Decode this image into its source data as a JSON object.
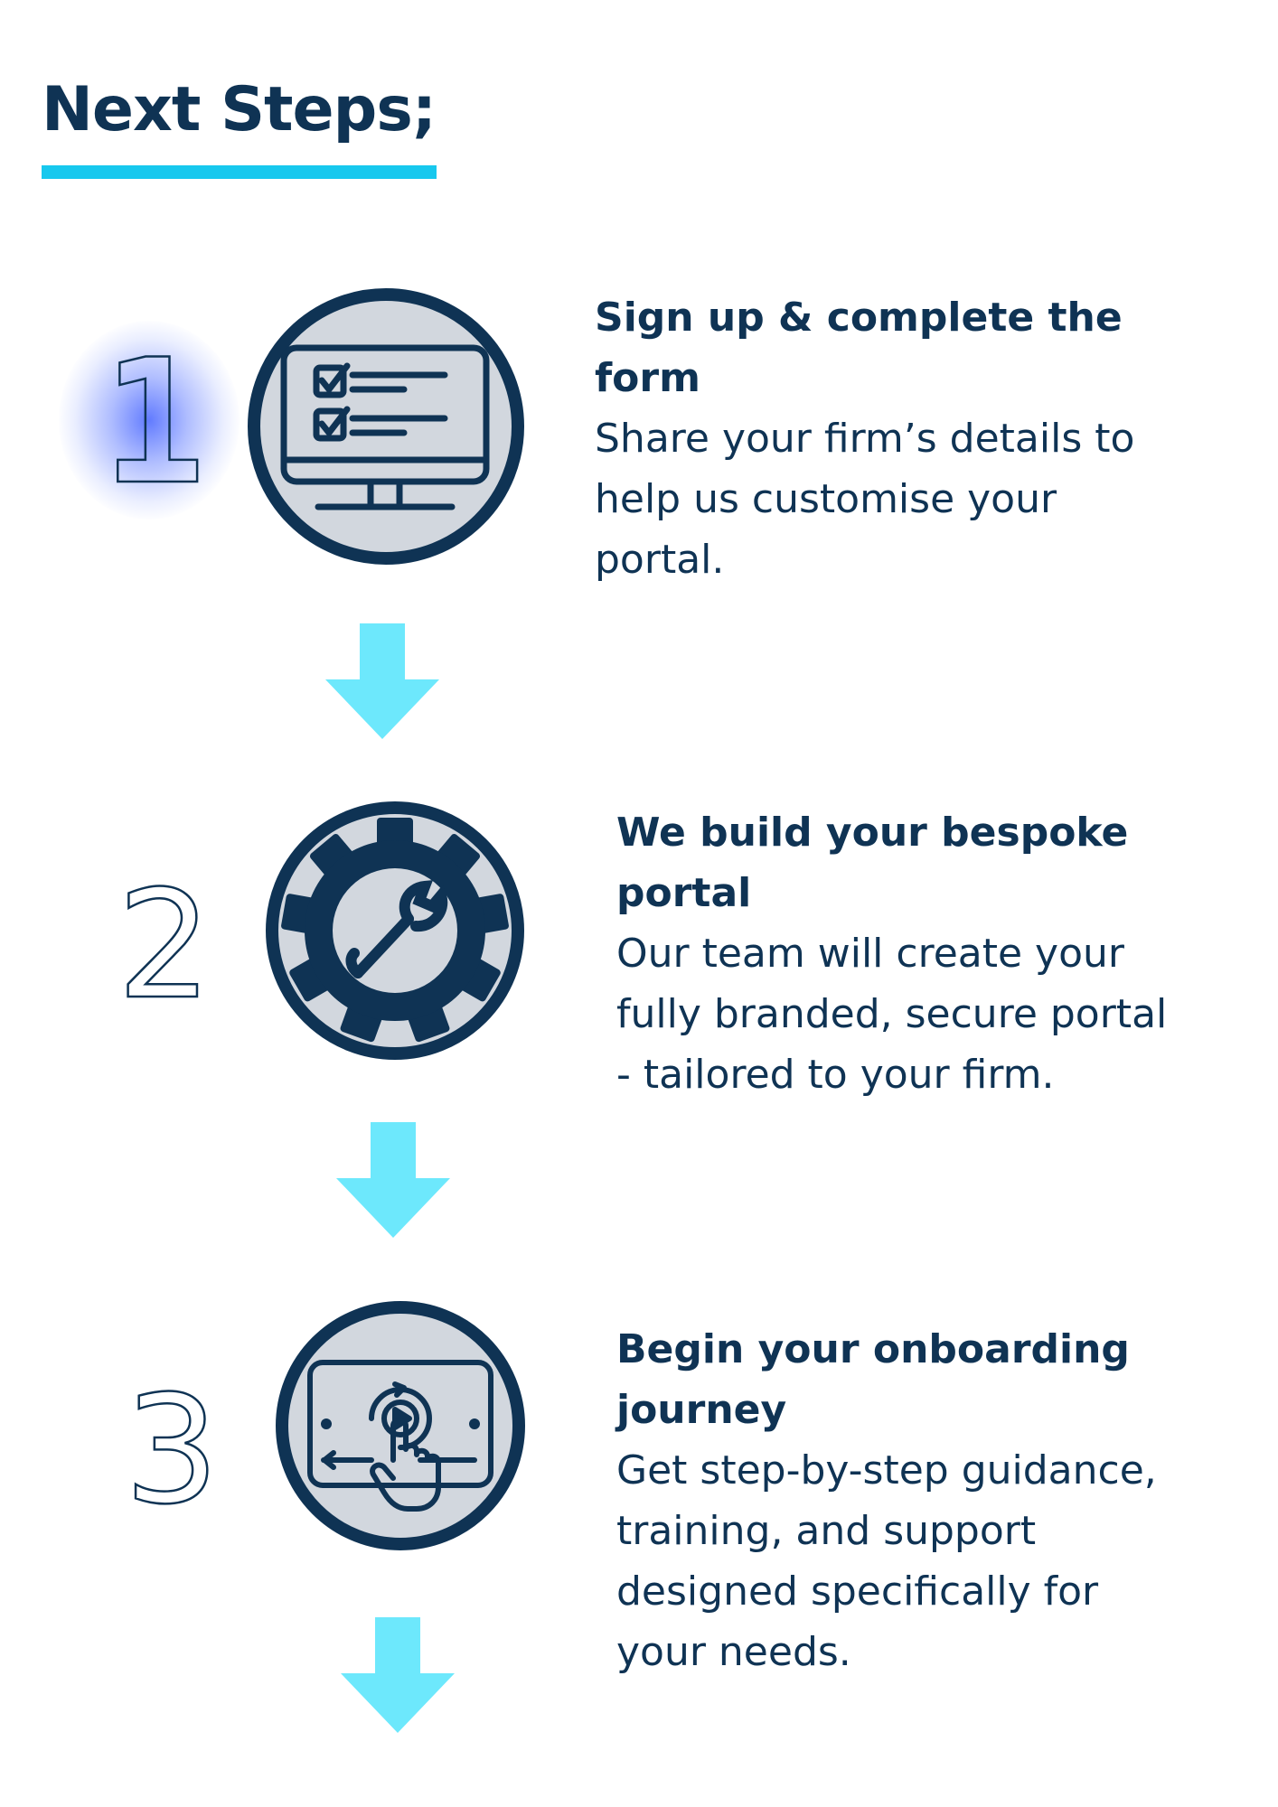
{
  "header": {
    "title": "Next Steps;"
  },
  "colors": {
    "navy": "#0f3354",
    "accent": "#17c8ee",
    "arrow": "#6de8fc",
    "circle_fill": "#d2d7de"
  },
  "steps": [
    {
      "number": "1",
      "icon": "monitor-checklist-icon",
      "title": "Sign up & complete the\nform",
      "description": " Share your firm’s details to\nhelp us customise your\nportal."
    },
    {
      "number": "2",
      "icon": "gear-wrench-icon",
      "title": "We build your bespoke\nportal",
      "description": " Our team will create your\nfully branded, secure portal\n- tailored to your firm."
    },
    {
      "number": "3",
      "icon": "tablet-touch-play-icon",
      "title": "Begin your onboarding\njourney",
      "description": " Get step-by-step guidance,\ntraining, and support\ndesigned specifically for\nyour needs."
    }
  ]
}
